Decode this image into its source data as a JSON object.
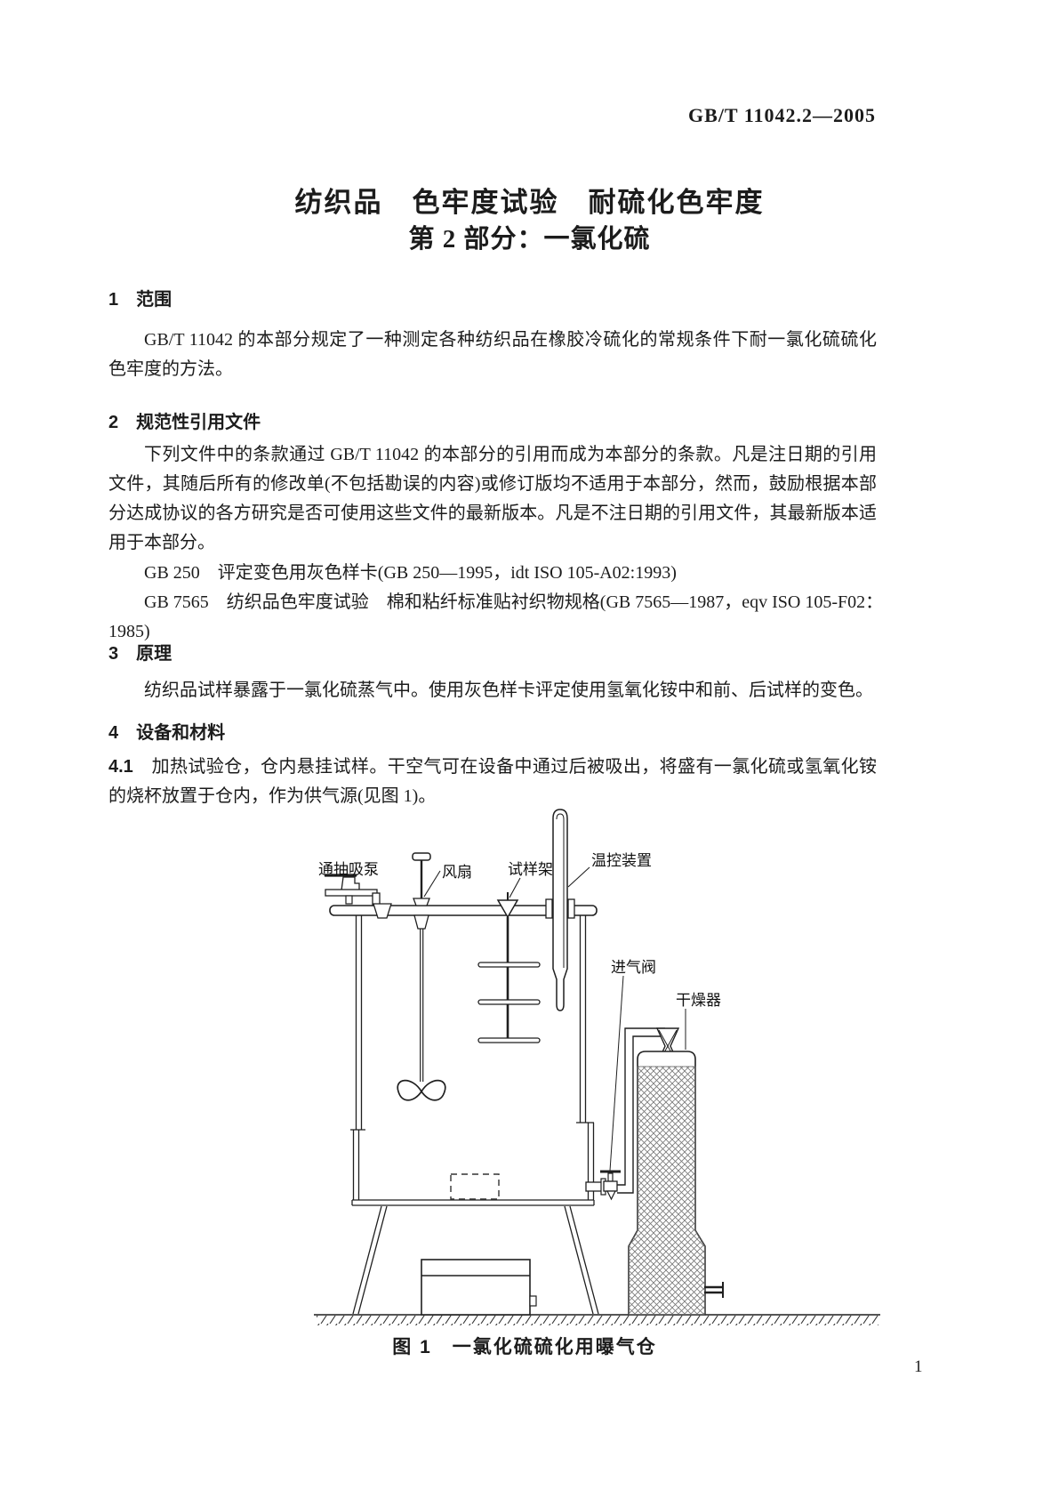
{
  "header": {
    "standard_code": "GB/T 11042.2—2005"
  },
  "title": {
    "line1": "纺织品　色牢度试验　耐硫化色牢度",
    "line2": "第 2 部分：一氯化硫"
  },
  "section1": {
    "heading": "1　范围",
    "para": "GB/T 11042 的本部分规定了一种测定各种纺织品在橡胶冷硫化的常规条件下耐一氯化硫硫化色牢度的方法。"
  },
  "section2": {
    "heading": "2　规范性引用文件",
    "para": "下列文件中的条款通过 GB/T 11042 的本部分的引用而成为本部分的条款。凡是注日期的引用文件，其随后所有的修改单(不包括勘误的内容)或修订版均不适用于本部分，然而，鼓励根据本部分达成协议的各方研究是否可使用这些文件的最新版本。凡是不注日期的引用文件，其最新版本适用于本部分。",
    "ref1": "GB 250　评定变色用灰色样卡(GB 250—1995，idt ISO 105-A02:1993)",
    "ref2_line1": "GB 7565　纺织品色牢度试验　棉和粘纤标准贴衬织物规格(GB 7565—1987，eqv ISO 105-F02：",
    "ref2_line2": "1985)"
  },
  "section3": {
    "heading": "3　原理",
    "para": "纺织品试样暴露于一氯化硫蒸气中。使用灰色样卡评定使用氢氧化铵中和前、后试样的变色。"
  },
  "section4": {
    "heading": "4　设备和材料",
    "clause41_num": "4.1",
    "clause41_text": "　加热试验仓，仓内悬挂试样。干空气可在设备中通过后被吸出，将盛有一氯化硫或氢氧化铵的烧杯放置于仓内，作为供气源(见图 1)。"
  },
  "figure": {
    "caption": "图 1　一氯化硫硫化用曝气仓",
    "labels": {
      "pump": "通抽吸泵",
      "fan": "风扇",
      "rack": "试样架",
      "thermo": "温控装置",
      "valve": "进气阀",
      "dryer": "干燥器"
    }
  },
  "footer": {
    "page_number": "1"
  },
  "colors": {
    "ink": "#1f1f1f",
    "paper": "#ffffff",
    "hatch": "#777777"
  }
}
